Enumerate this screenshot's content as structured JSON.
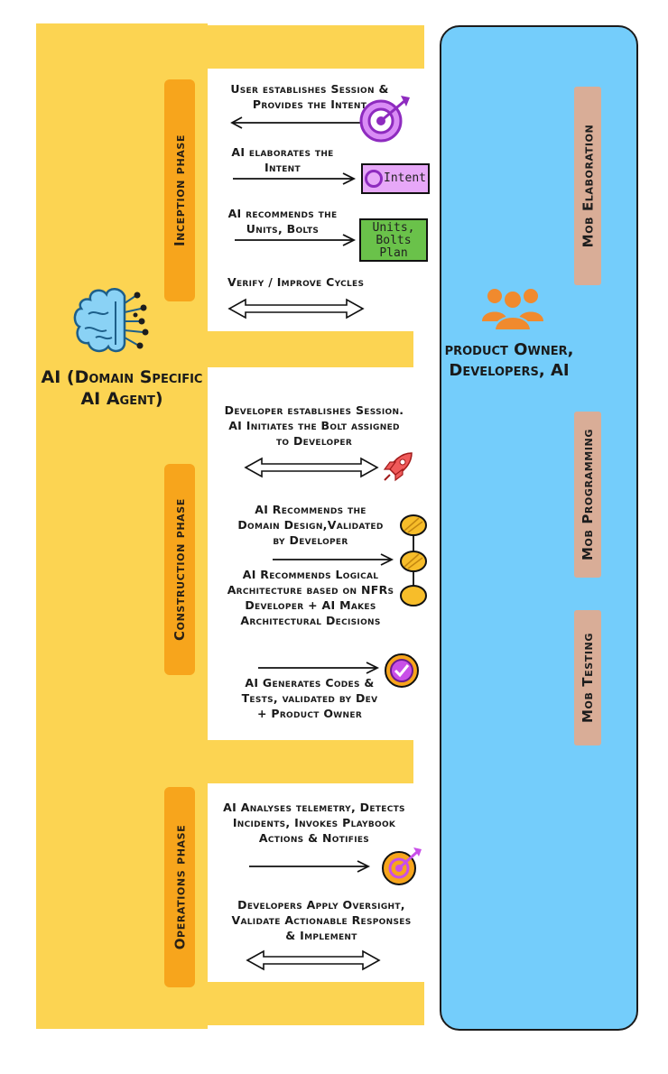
{
  "left_agent": {
    "label_line1": "AI (Domain Specific",
    "label_line2": "AI Agent)",
    "icon": "brain-circuit-icon"
  },
  "right_group": {
    "label_line1": "product Owner,",
    "label_line2": "Developers, AI",
    "icon": "people-group-icon"
  },
  "phases": {
    "inception": "Inception phase",
    "construction": "Construction phase",
    "operations": "Operations  phase"
  },
  "mobs": {
    "elaboration": "Mob Elaboration",
    "programming": "Mob Programming",
    "testing": "Mob Testing"
  },
  "inception_steps": {
    "s1_line1": "User establishes Session &",
    "s1_line2": "Provides the Intent",
    "s2_line1": "AI elaborates the",
    "s2_line2": "Intent",
    "s2_box": "Intent",
    "s3_line1": "AI recommends the",
    "s3_line2": "Units, Bolts",
    "s3_box_line1": "Units,",
    "s3_box_line2": "Bolts",
    "s3_box_line3": "Plan",
    "s4": "Verify / Improve Cycles"
  },
  "construction_steps": {
    "s1_line1": "Developer establishes Session.",
    "s1_line2": "AI Initiates the Bolt assigned",
    "s1_line3": "to Developer",
    "s2_line1": "AI Recommends the",
    "s2_line2": "Domain Design,Validated",
    "s2_line3": "by Developer",
    "s3_line1": "AI Recommends Logical",
    "s3_line2": "Architecture based on NFRs",
    "s3_line3": "Developer + AI Makes",
    "s3_line4": "Architectural Decisions",
    "s4_line1": "AI Generates Codes &",
    "s4_line2": "Tests, validated by Dev",
    "s4_line3": "+ Product Owner"
  },
  "operations_steps": {
    "s1_line1": "AI Analyses telemetry, Detects",
    "s1_line2": "Incidents, Invokes Playbook",
    "s1_line3": "Actions & Notifies",
    "s2_line1": "Developers Apply Oversight,",
    "s2_line2": "Validate Actionable Responses",
    "s2_line3": "& Implement"
  },
  "colors": {
    "yellow": "#fcd452",
    "orange_phase": "#f7a51c",
    "blue_panel": "#74cdfb",
    "mob_tan": "#d9ad97",
    "purple": "#c94fe8",
    "green_box": "#6ac24a",
    "people_orange": "#f08a2e"
  }
}
